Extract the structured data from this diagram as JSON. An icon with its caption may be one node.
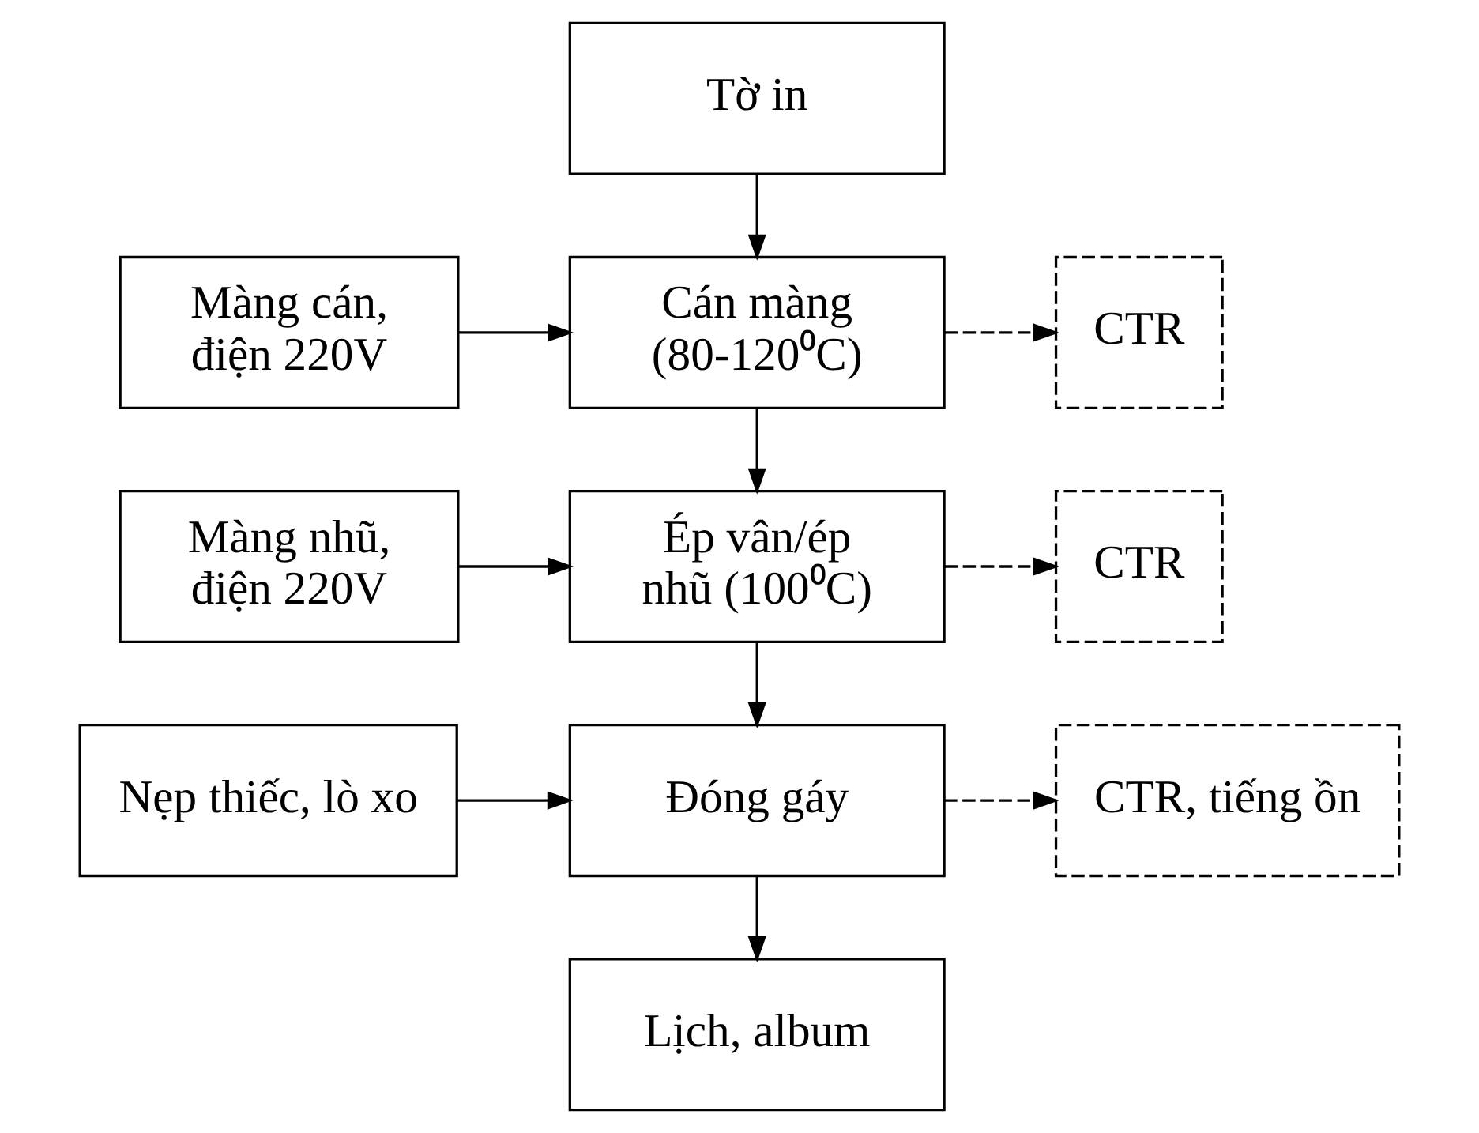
{
  "diagram": {
    "nodes": [
      {
        "text": [
          "Tờ in"
        ]
      },
      {
        "text": [
          "Màng cán, điện 220V"
        ]
      },
      {
        "text": [
          "Cán màng (80-120⁰C)"
        ]
      },
      {
        "text": [
          "CTR"
        ]
      },
      {
        "text": [
          "Màng nhũ, điện 220V"
        ]
      },
      {
        "text": [
          "Ép vân/ép nhũ (100⁰C)"
        ]
      },
      {
        "text": [
          "CTR"
        ]
      },
      {
        "text": [
          "Nẹp thiếc, lò xo"
        ]
      },
      {
        "text": [
          "Đóng gáy"
        ]
      },
      {
        "text": [
          "CTR, tiếng ồn"
        ]
      },
      {
        "text": [
          "Lịch, album"
        ]
      }
    ],
    "edges": [
      {
        "from": 0,
        "to": 2,
        "arrow": "to"
      },
      {
        "from": 1,
        "to": 2,
        "arrow": "to"
      },
      {
        "from": 2,
        "to": 3,
        "arrow": "to",
        "style": "dashed"
      },
      {
        "from": 2,
        "to": 5,
        "arrow": "to"
      },
      {
        "from": 4,
        "to": 5,
        "arrow": "to"
      },
      {
        "from": 5,
        "to": 6,
        "arrow": "to",
        "style": "dashed"
      },
      {
        "from": 5,
        "to": 8,
        "arrow": "to"
      },
      {
        "from": 7,
        "to": 8,
        "arrow": "to"
      },
      {
        "from": 8,
        "to": 9,
        "arrow": "to",
        "style": "dashed"
      },
      {
        "from": 8,
        "to": 10,
        "arrow": "to"
      }
    ]
  }
}
